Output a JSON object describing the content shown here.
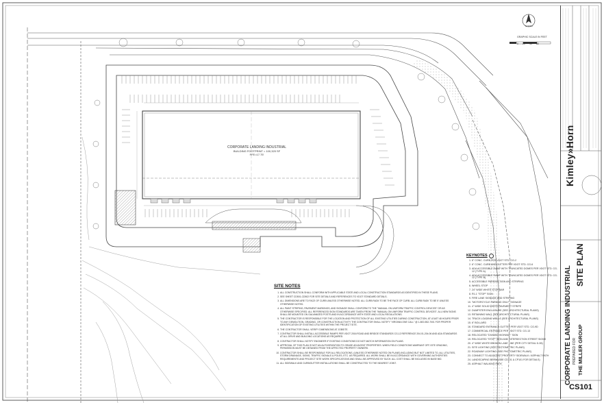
{
  "building": {
    "name": "CORPORATE LANDING INDUSTRIAL",
    "footprint": "BUILDING FOOTPRINT = 100,320 SF",
    "ffe": "FFE=17.75'"
  },
  "north_label": "NORTH",
  "graphic_scale": {
    "label": "GRAPHIC SCALE IN FEET",
    "ticks": [
      "0",
      "20",
      "40",
      "80"
    ]
  },
  "site_notes": {
    "title": "SITE NOTES",
    "items": [
      "ALL CONSTRUCTION SHALL CONFORM WITH APPLICABLE STATE AND LOCAL CONSTRUCTION STANDARDS AS IDENTIFIED IN THESE PLANS.",
      "SEE SHEET CD501-CD502 FOR SITE DETAILS AND REFERENCES TO VDOT STANDARD DETAILS.",
      "ALL DIMENSIONS ARE TO FACE OF CURB UNLESS OTHERWISE NOTED. ALL CURB RADII TO BE THE FACE OF CURB. ALL CURB RADII TO BE 5' UNLESS OTHERWISE NOTED.",
      "ALL PAINT STRIPING, PAVEMENT MARKINGS, AND SIGNAGE SHALL CONFORM TO THE \"MANUAL ON UNIFORM TRAFFIC CONTROL DEVICES\" OR AS OTHERWISE SPECIFIED. ALL REFERENCED SIGN STANDARDS ARE TAKEN FROM THE \"MANUAL ON UNIFORM TRAFFIC CONTROL DEVICES\". ALL NEW SIGNS SHALL BE MOUNTED ON GALVANIZED POSTS AND IN ACCORDANCE WITH STATE AND LOCAL REGULATIONS.",
      "THE CONTRACTOR IS RESPONSIBLE FOR THE LOCATION AND PROTECTION OF ALL EXISTING UTILITIES DURING CONSTRUCTION. AT LEAST 48 HOURS PRIOR TO ANY DEMOLITION, GRADING, OR CONSTRUCTION ACTIVITY THE CONTRACTOR SHALL NOTIFY \"VIRGINIA ONE CALL\" @ 1-800-552-7001 FOR PROPER IDENTIFICATION OF EXISTING UTILITIES WITHIN THE PROJECT SITE.",
      "THE CONTRACTOR SHALL VERIFY DIMENSIONS AT JOBSITE.",
      "CONTRACTOR SHALL INSTALL ACCESSIBLE RAMPS PER VDOT 2016 ROAD AND BRIDGE STANDARDS CG-12 REFERENCE 204.01-204.06 AND ADA STANDARDS AT ALL DRIVE AND BUILDING LOCATIONS AS REQUIRED.",
      "CONTRACTOR SHALL NOTIFY ENGINEER IF EXISTING CONDITIONS DO NOT MATCH INFORMATION ON PLANS.",
      "APPROVAL OF THIS PLAN IS NOT AN AUTHORIZATION TO GRADE ADJACENT PROPERTIES. WHEN FIELD CONDITIONS WARRANT OFF-SITE GRADING, PERMISSION MUST BE OBTAINED FROM THE AFFECTED PROPERTY OWNERS.",
      "CONTRACTOR SHALL BE RESPONSIBLE FOR ALL RELOCATIONS, (UNLESS OTHERWISE NOTED ON PLANS) INCLUDING BUT NOT LIMITED TO, ALL UTILITIES, STORM DRAINAGE, SIGNS, TRAFFIC SIGNALS & POLES, ETC. AS REQUIRED. ALL WORK SHALL BE IN ACCORDANCE WITH GOVERNING AUTHORITIES REQUIREMENTS AND PROJECT SITE WORK SPECIFICATIONS AND SHALL BE APPROVED BY SUCH. ALL COST SHALL BE INCLUDED IN BASE BID.",
      "ALL SIDEWALK AND CURB/GUTTER INSTALLATIONS SHALL BE CONSTRUCTED TO THE NEAREST JOINT."
    ]
  },
  "keynotes": {
    "title": "KEYNOTES",
    "items": [
      "6\" CONC. CURB PER VDOT STD. CG-2",
      "6\" CONC. CURB AND GUTTER PER VDOT STD. CG-6",
      "ADA ACCESSIBLE RAMP WITH TRUNCATED DOMES PER VDOT STD. CG-12 (TYPE A).",
      "ADA ACCESSIBLE RAMP WITH TRUNCATED DOMES PER VDOT STD. CG-12 (TYPE B).",
      "ACCESSIBLE PARKING SIGN AND STRIPING",
      "WHEEL STOP",
      "24\" WIDE WHITE STOP BAR",
      "R1-1 \"STOP\" SIGN",
      "FIRE LANE SIGNAGE AND STRIPING",
      "\"MOTORCYCLE PARKING ONLY\" SIGNAGE",
      "4\" WIDE SOLID WHITE PAVEMENT STRIPE",
      "DUMPSTER ENCLOSURE (SEE ARCHITECTURAL PLANS)",
      "RETAINING WALL (SEE ARCHITECTURAL PLANS)",
      "TRUCK LOADING WELLS (SEE ARCHITECTURAL PLANS)",
      "6\" BOLLARD",
      "STANDARD ENTRANCE GUTTER PER VDOT STD. CG-9D",
      "COMMERCIAL ENTRANCE PER VDOT STD. CG-13",
      "RELOCATED \"DIVIDED HIGHWAY\" SIGN",
      "RELOCATED \"STOP\" SIGN AND INTERSECTION STREET SIGNS",
      "4\" WIDE WHITE BROKEN LANE LINE (PER CITY DETAIL D-55)",
      "SITE LIGHTING (SEE PHOTOMETRIC PLANS)",
      "ROADWAY LIGHTING (SEE PHOTOMETRIC PLANS)",
      "CONNECT TO ADJACENT PROPERTY SIDEWALK / ASPHALT PATH",
      "LANDSCAPING BERM (SEE CD101 & CP101 FOR DETAILS)",
      "ASPHALT WALKING PATH"
    ]
  },
  "title_block": {
    "firm": "Kimley»Horn",
    "sheet_title": "SITE PLAN",
    "project_name": "CORPORATE LANDING INDUSTRIAL",
    "prepared_for": "PREPARED FOR",
    "client": "THE MILLER GROUP",
    "sheet_number": "CS101"
  },
  "colors": {
    "linework": "#555555",
    "hatch": "#8a8a8a",
    "paper": "#ffffff"
  }
}
